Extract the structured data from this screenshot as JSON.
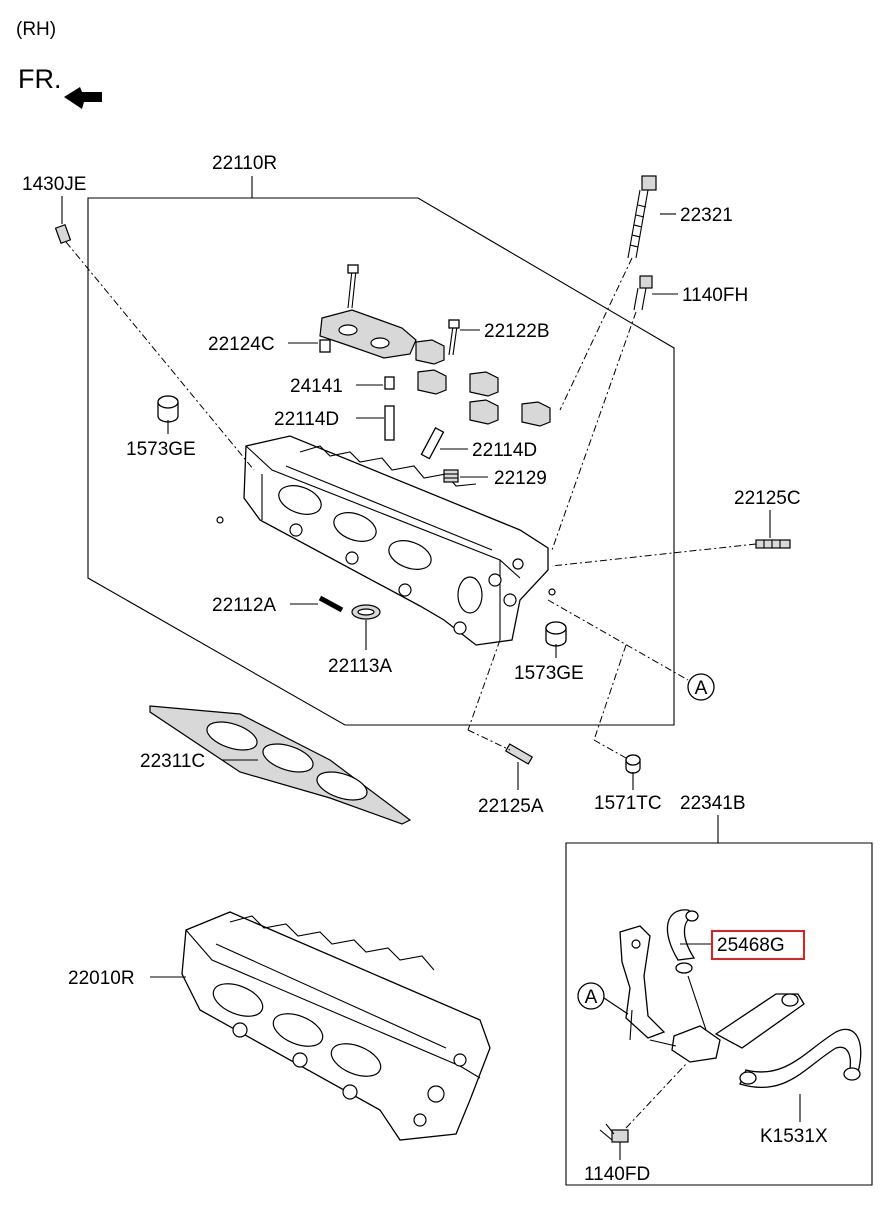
{
  "header": {
    "side": "(RH)",
    "front_label": "FR."
  },
  "callouts": {
    "22110R": "22110R",
    "1430JE": "1430JE",
    "22321": "22321",
    "1140FH": "1140FH",
    "22122B": "22122B",
    "22124C": "22124C",
    "24141": "24141",
    "22114D_a": "22114D",
    "22114D_b": "22114D",
    "1573GE_a": "1573GE",
    "1573GE_b": "1573GE",
    "22129": "22129",
    "22125C": "22125C",
    "22112A": "22112A",
    "22113A": "22113A",
    "22311C": "22311C",
    "22125A": "22125A",
    "1571TC": "1571TC",
    "22341B": "22341B",
    "25468G": "25468G",
    "22010R": "22010R",
    "K1531X": "K1531X",
    "1140FD": "1140FD"
  },
  "markers": {
    "ref_a1": "A",
    "ref_a2": "A"
  },
  "highlight": {
    "part": "25468G",
    "color": "#e02020"
  }
}
